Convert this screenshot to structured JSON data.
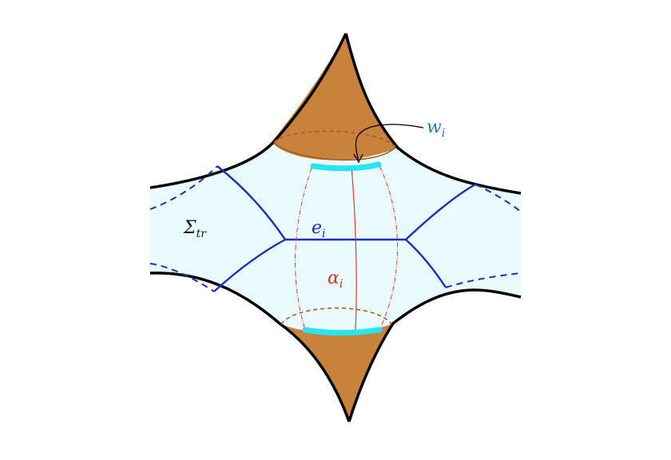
{
  "labels": {
    "sigma_main": "Σ",
    "sigma_sub": "tr",
    "e_main": "e",
    "e_sub": "i",
    "alpha_main": "α",
    "alpha_sub": "i",
    "w_main": "w",
    "w_sub": "i"
  },
  "colors": {
    "surface": "#e9fbfd",
    "cusp": "#c8823c",
    "outline": "#000000",
    "graph": "#1a2fbf",
    "wall": "#26e4f0",
    "arc": "#e53c2a",
    "dashed_brown": "#a45d20",
    "label_dark": "#1a1a1a",
    "label_e": "#1a2fbf",
    "label_alpha": "#d23a22",
    "label_w": "#2a7aa8"
  }
}
